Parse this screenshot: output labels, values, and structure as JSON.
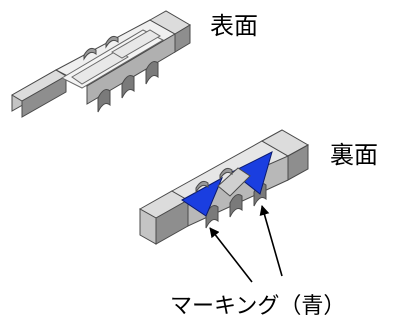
{
  "labels": {
    "front": "表面",
    "back": "裏面",
    "marking": "マーキング（青）"
  },
  "colors": {
    "body_top": "#f0f0f0",
    "body_side_light": "#c4c4c4",
    "body_side_dark": "#8e8e8e",
    "electrode": "#a8a8a8",
    "outline": "#4a4a4a",
    "marking": "#1a3ee0",
    "arrow": "#000000"
  },
  "icons": {
    "front_component": "chip-array-front-icon",
    "back_component": "chip-array-back-icon"
  }
}
